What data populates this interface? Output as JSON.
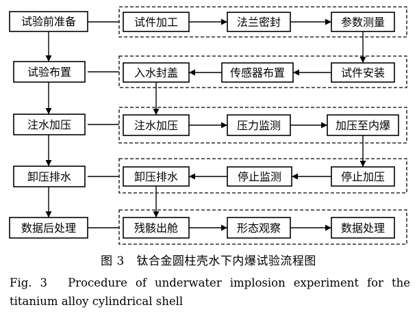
{
  "nodes": {
    "left": [
      "试验前准备",
      "试验布置",
      "注水加压",
      "卸压排水",
      "数据后处理"
    ],
    "row1": [
      "试件加工",
      "法兰密封",
      "参数测量"
    ],
    "row2": [
      "入水封盖",
      "传感器布置",
      "试件安装"
    ],
    "row3": [
      "注水加压",
      "压力监测",
      "加压至内爆"
    ],
    "row4": [
      "卸压排水",
      "停止监测",
      "停止加压"
    ],
    "row5": [
      "残骸出舱",
      "形态观察",
      "数据处理"
    ]
  },
  "caption": {
    "zh": "图 3　钛合金圆柱壳水下内爆试验流程图",
    "en": "Fig. 3　Procedure of underwater implosion experiment for the titanium alloy cylindrical shell"
  }
}
